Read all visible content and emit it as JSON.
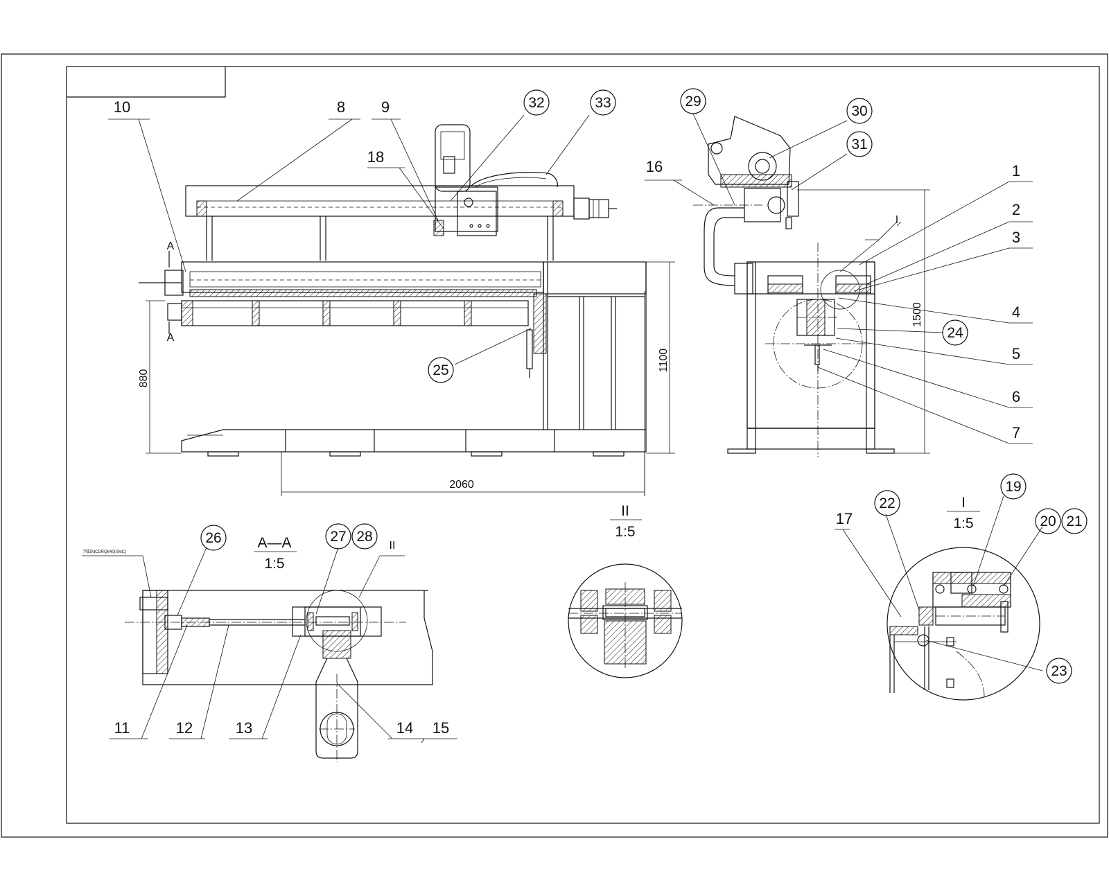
{
  "drawing": {
    "part_labels": [
      "1",
      "2",
      "3",
      "4",
      "5",
      "6",
      "7",
      "8",
      "9",
      "10",
      "11",
      "12",
      "13",
      "14",
      "15",
      "16",
      "17"
    ],
    "bubble_labels": [
      "18",
      "19",
      "20",
      "21",
      "22",
      "23",
      "24",
      "25",
      "26",
      "27",
      "28",
      "29",
      "30",
      "31",
      "32",
      "33"
    ],
    "dimensions": {
      "height_880": "880",
      "height_1100": "1100",
      "height_1500": "1500",
      "length_2060": "2060"
    },
    "section_marks": {
      "a_top": "A",
      "a_bottom": "A",
      "detail_i_mark": "I",
      "detail_ii_mark": "II"
    },
    "views": {
      "section_aa_title": "A—A",
      "section_aa_scale": "1:5",
      "detail_ii_title": "II",
      "detail_ii_scale": "1:5",
      "detail_i_title": "I",
      "detail_i_scale": "1:5"
    },
    "notes": {
      "cylinder_spec": "汽缸MCDRQ840(SMC)"
    }
  }
}
